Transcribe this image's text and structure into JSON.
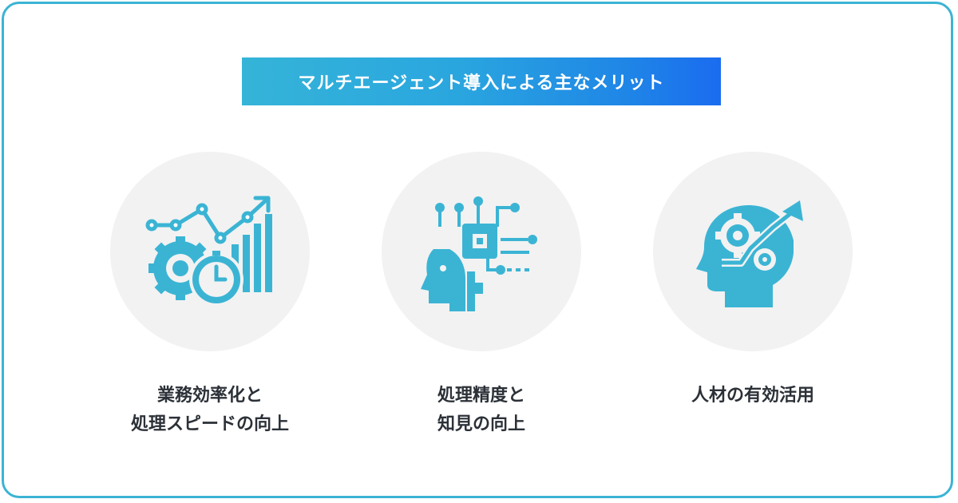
{
  "banner": {
    "title": "マルチエージェント導入による主なメリット"
  },
  "accent_color": "#3bb4d4",
  "benefits": [
    {
      "icon": "growth-chart-gears-clock-icon",
      "lines": [
        "業務効率化と",
        "処理スピードの向上"
      ]
    },
    {
      "icon": "ai-head-circuit-icon",
      "lines": [
        "処理精度と",
        "知見の向上"
      ]
    },
    {
      "icon": "head-gears-arrow-icon",
      "lines": [
        "人材の有効活用"
      ]
    }
  ]
}
